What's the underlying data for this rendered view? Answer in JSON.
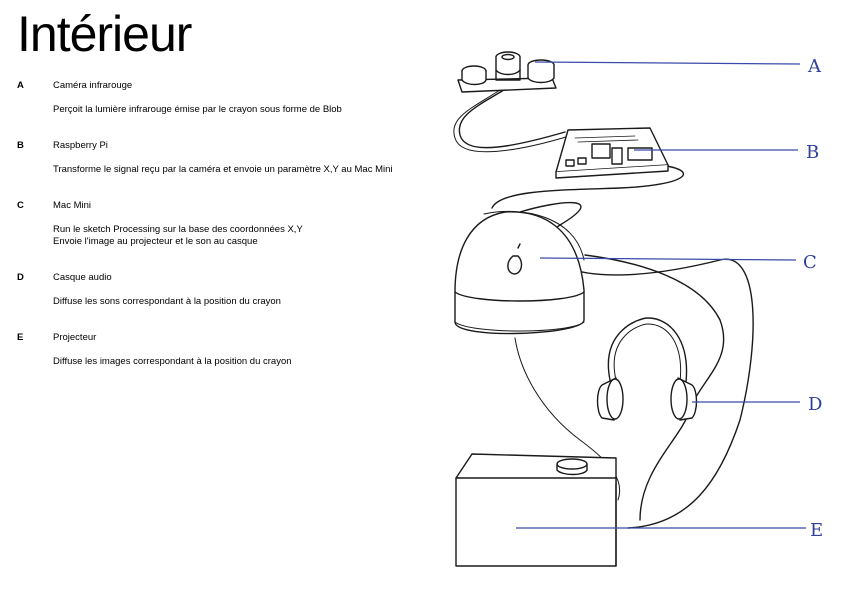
{
  "title": "Intérieur",
  "colors": {
    "leader": "#3a4aa8",
    "ink": "#1a1a1a"
  },
  "items": [
    {
      "letter": "A",
      "name": "Caméra infrarouge",
      "desc": [
        "Perçoit la lumière infrarouge émise par le crayon sous forme de Blob"
      ],
      "icon": "infrared-camera-icon"
    },
    {
      "letter": "B",
      "name": "Raspberry Pi",
      "desc": [
        "Transforme le signal reçu par la caméra et envoie un paramètre X,Y au Mac Mini"
      ],
      "icon": "raspberry-pi-board-icon"
    },
    {
      "letter": "C",
      "name": "Mac Mini",
      "desc": [
        "Run le sketch Processing sur la base des coordonnées X,Y",
        "Envoie l'image au projecteur et le son au casque"
      ],
      "icon": "mac-mini-icon"
    },
    {
      "letter": "D",
      "name": "Casque audio",
      "desc": [
        "Diffuse les sons correspondant à la position du crayon"
      ],
      "icon": "headphones-icon"
    },
    {
      "letter": "E",
      "name": "Projecteur",
      "desc": [
        "Diffuse les images correspondant à la position du crayon"
      ],
      "icon": "projector-icon"
    }
  ]
}
